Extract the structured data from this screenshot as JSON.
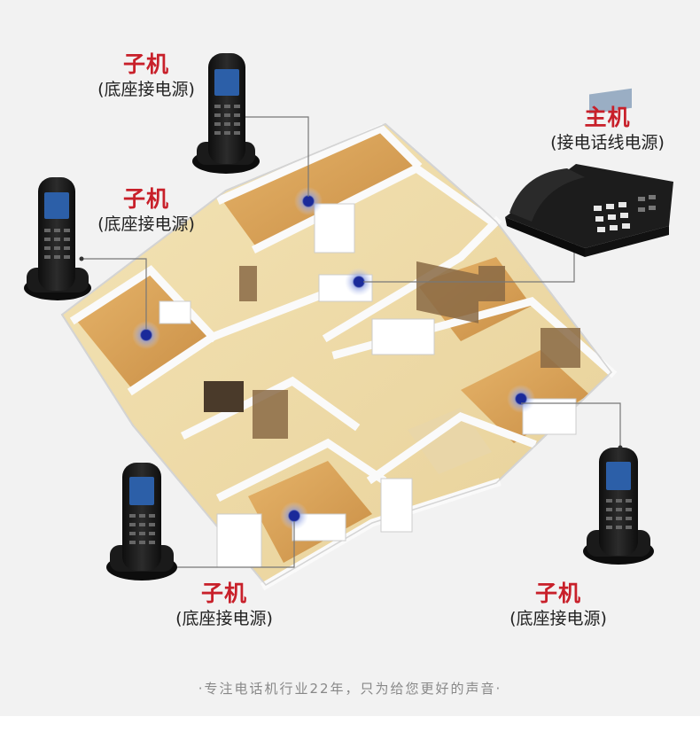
{
  "handsets": [
    {
      "title": "子机",
      "subtitle": "(底座接电源)"
    },
    {
      "title": "子机",
      "subtitle": "(底座接电源)"
    },
    {
      "title": "子机",
      "subtitle": "(底座接电源)"
    },
    {
      "title": "子机",
      "subtitle": "(底座接电源)"
    }
  ],
  "base_unit": {
    "title": "主机",
    "subtitle": "(接电话线电源)"
  },
  "footer_text": "·专注电话机行业22年，只为给您更好的声音·",
  "colors": {
    "title_red": "#c8202a",
    "signal_blue": "#1a2a9a",
    "floor_wood": "#d9a860",
    "wall_white": "#f7f7f5",
    "phone_black": "#1b1b1b"
  }
}
